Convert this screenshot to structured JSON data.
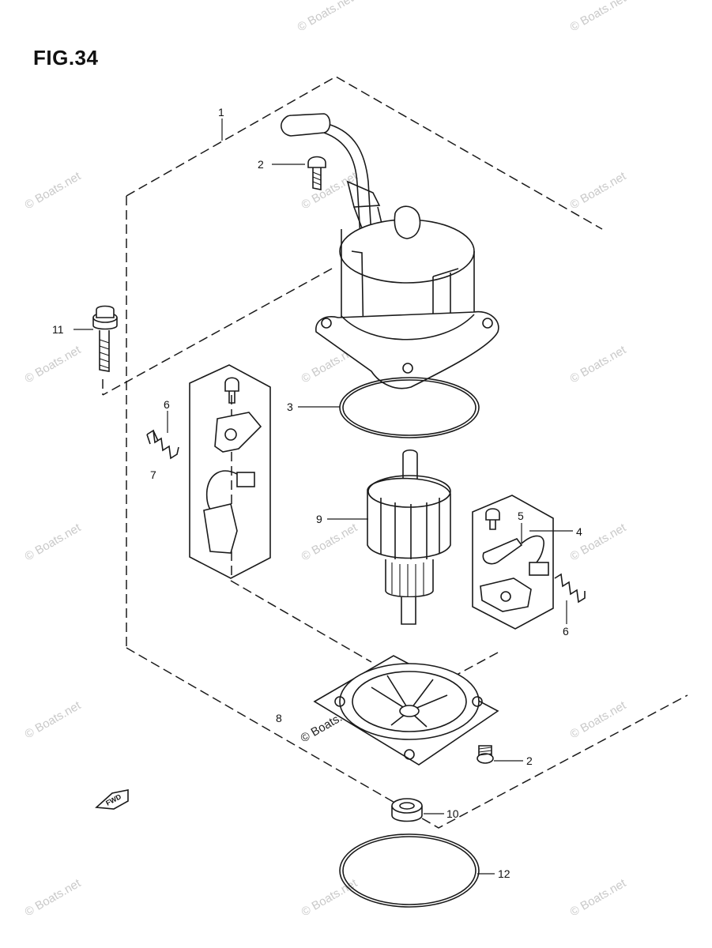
{
  "figure": {
    "title": "FIG.34"
  },
  "callouts": {
    "c1": "1",
    "c2a": "2",
    "c2b": "2",
    "c3": "3",
    "c4": "4",
    "c5": "5",
    "c6a": "6",
    "c6b": "6",
    "c7": "7",
    "c8": "8",
    "c9": "9",
    "c10": "10",
    "c11": "11",
    "c12": "12"
  },
  "fwd_mark": "FWD",
  "watermark": {
    "text": "© Boats.net"
  }
}
